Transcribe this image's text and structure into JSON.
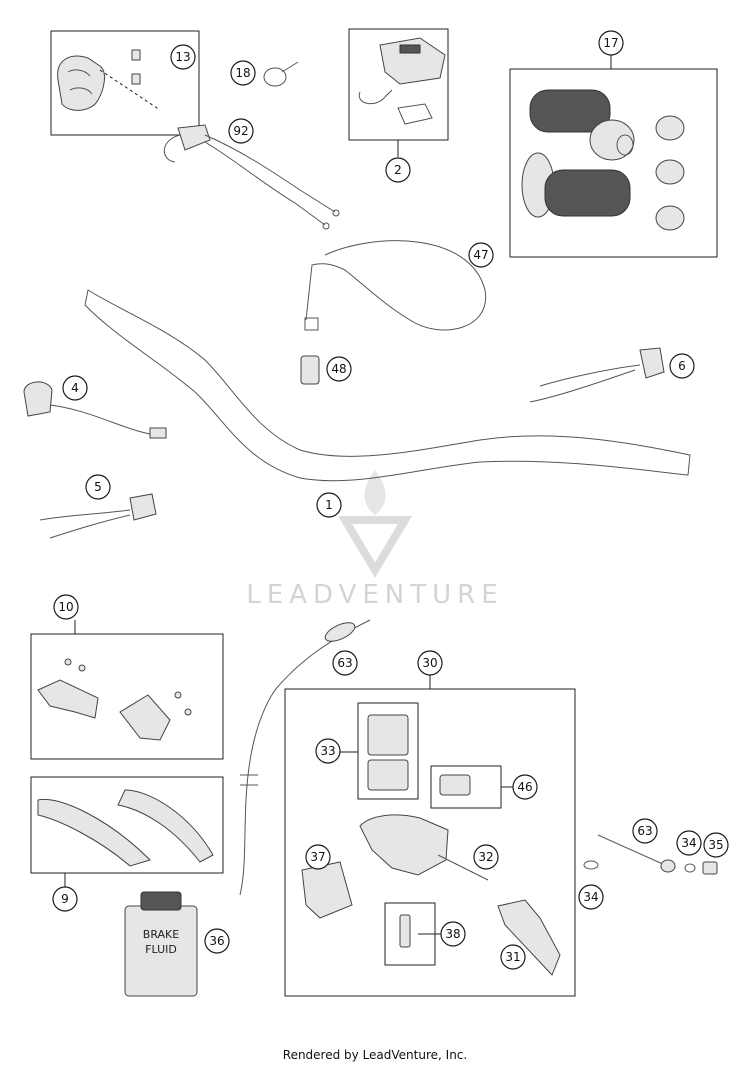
{
  "watermark": {
    "text": "LEADVENTURE"
  },
  "footer": {
    "text": "Rendered by LeadVenture, Inc."
  },
  "brake_fluid_label": [
    "BRAKE",
    "FLUID"
  ],
  "callouts": {
    "c13": "13",
    "c18": "18",
    "c92": "92",
    "c2": "2",
    "c17": "17",
    "c47": "47",
    "c48": "48",
    "c6": "6",
    "c4": "4",
    "c5": "5",
    "c1": "1",
    "c10": "10",
    "c9": "9",
    "c63a": "63",
    "c30": "30",
    "c33": "33",
    "c46": "46",
    "c37": "37",
    "c32": "32",
    "c38": "38",
    "c31": "31",
    "c36": "36",
    "c63b": "63",
    "c34a": "34",
    "c35": "35",
    "c34b": "34"
  },
  "colors": {
    "line": "#555555",
    "callout_stroke": "#1a1a1a",
    "watermark": "#d4d4d4"
  }
}
